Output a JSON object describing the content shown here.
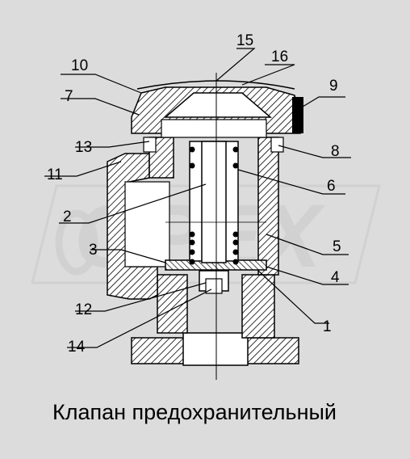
{
  "title": "Клапан предохранительный",
  "callouts": [
    "1",
    "2",
    "3",
    "4",
    "5",
    "6",
    "7",
    "8",
    "9",
    "10",
    "11",
    "12",
    "13",
    "14",
    "15",
    "16"
  ],
  "watermark": "OPEX",
  "colors": {
    "background": "#dcdcdc",
    "hatch": "#000000",
    "watermark": "#c9c9c9"
  }
}
